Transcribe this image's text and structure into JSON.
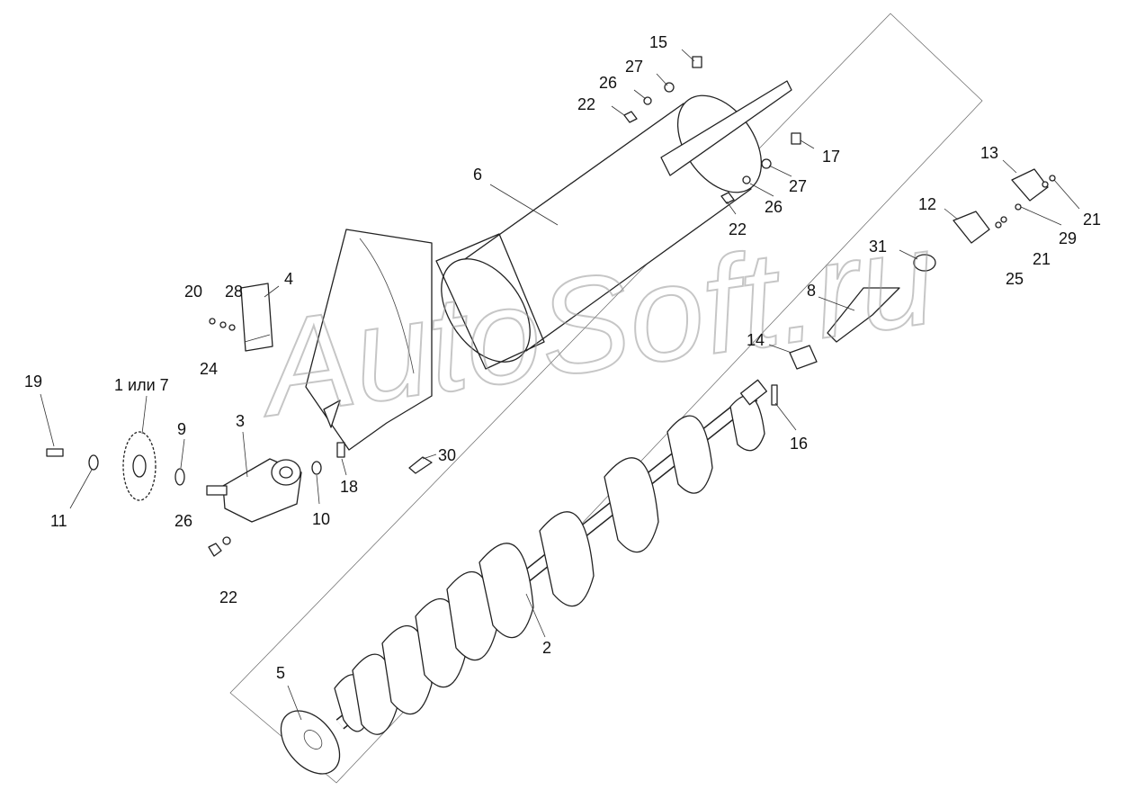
{
  "watermark": "AutoSoft.ru",
  "callouts": [
    {
      "id": "c15",
      "text": "15"
    },
    {
      "id": "c27a",
      "text": "27"
    },
    {
      "id": "c26a",
      "text": "26"
    },
    {
      "id": "c22a",
      "text": "22"
    },
    {
      "id": "c17",
      "text": "17"
    },
    {
      "id": "c6",
      "text": "6"
    },
    {
      "id": "c27b",
      "text": "27"
    },
    {
      "id": "c26b",
      "text": "26"
    },
    {
      "id": "c22b",
      "text": "22"
    },
    {
      "id": "c13",
      "text": "13"
    },
    {
      "id": "c12",
      "text": "12"
    },
    {
      "id": "c21a",
      "text": "21"
    },
    {
      "id": "c29",
      "text": "29"
    },
    {
      "id": "c31",
      "text": "31"
    },
    {
      "id": "c21b",
      "text": "21"
    },
    {
      "id": "c25",
      "text": "25"
    },
    {
      "id": "c8",
      "text": "8"
    },
    {
      "id": "c14",
      "text": "14"
    },
    {
      "id": "c16",
      "text": "16"
    },
    {
      "id": "c20",
      "text": "20"
    },
    {
      "id": "c28",
      "text": "28"
    },
    {
      "id": "c4",
      "text": "4"
    },
    {
      "id": "c24",
      "text": "24"
    },
    {
      "id": "c19",
      "text": "19"
    },
    {
      "id": "c1or7",
      "text": "1 или 7"
    },
    {
      "id": "c3",
      "text": "3"
    },
    {
      "id": "c9",
      "text": "9"
    },
    {
      "id": "c30",
      "text": "30"
    },
    {
      "id": "c18",
      "text": "18"
    },
    {
      "id": "c11",
      "text": "11"
    },
    {
      "id": "c10",
      "text": "10"
    },
    {
      "id": "c26c",
      "text": "26"
    },
    {
      "id": "c22c",
      "text": "22"
    },
    {
      "id": "c2",
      "text": "2"
    },
    {
      "id": "c5",
      "text": "5"
    }
  ]
}
